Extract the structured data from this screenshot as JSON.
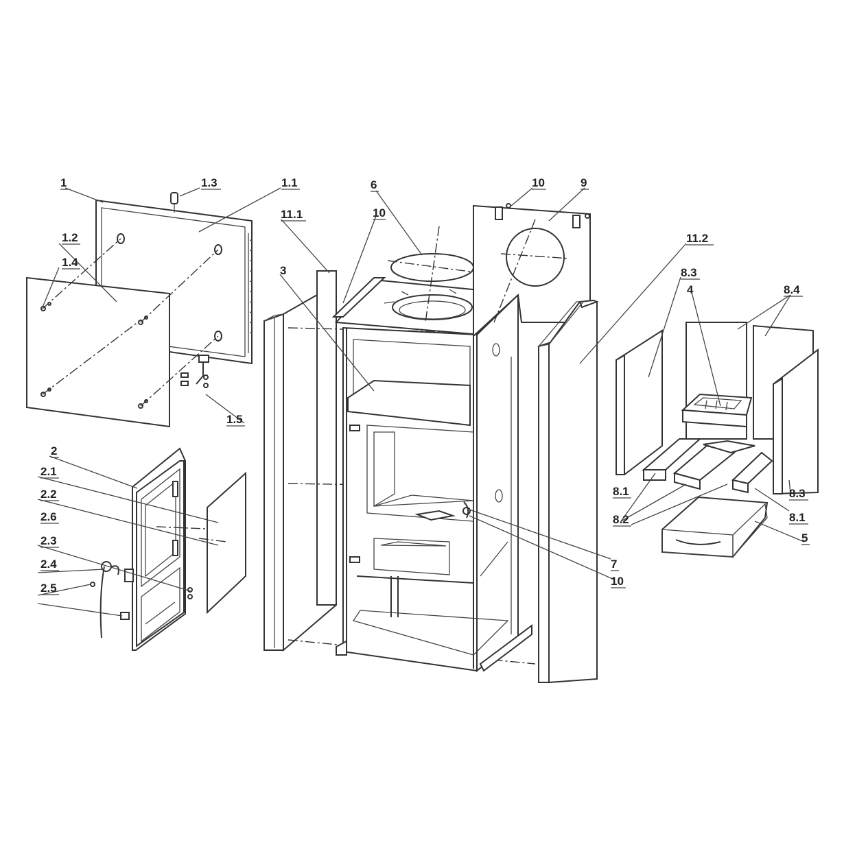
{
  "labels": {
    "l1": "1",
    "l1_1": "1.1",
    "l1_2": "1.2",
    "l1_3": "1.3",
    "l1_4": "1.4",
    "l1_5": "1.5",
    "l2": "2",
    "l2_1": "2.1",
    "l2_2": "2.2",
    "l2_3": "2.3",
    "l2_4": "2.4",
    "l2_5": "2.5",
    "l2_6": "2.6",
    "l3": "3",
    "l4": "4",
    "l5": "5",
    "l6": "6",
    "l7": "7",
    "l8_1a": "8.1",
    "l8_1b": "8.1",
    "l8_2": "8.2",
    "l8_3a": "8.3",
    "l8_3b": "8.3",
    "l8_4": "8.4",
    "l9": "9",
    "l10a": "10",
    "l10b": "10",
    "l10c": "10",
    "l11_1": "11.1",
    "l11_2": "11.2"
  }
}
